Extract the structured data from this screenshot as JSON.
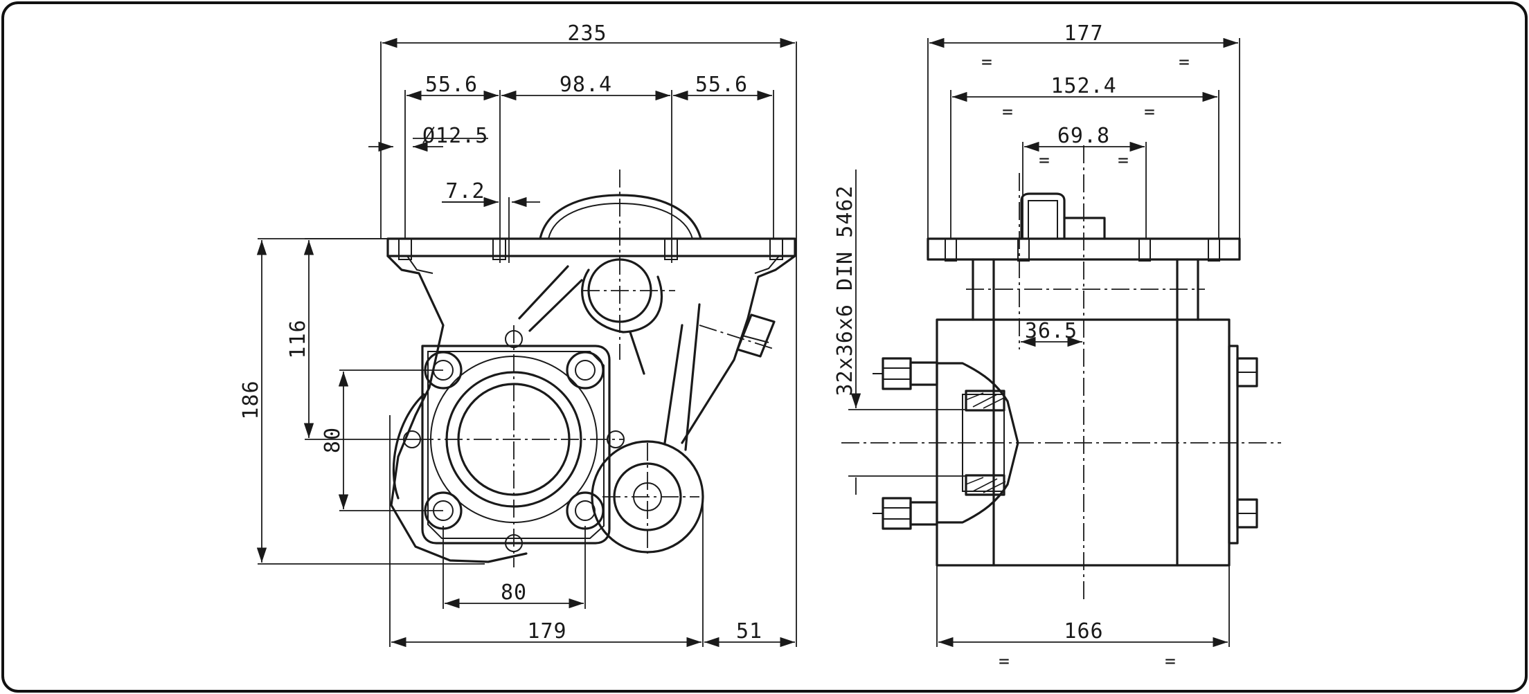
{
  "front_view": {
    "dims": {
      "overall_width": "235",
      "left_offset": "55.6",
      "center_span": "98.4",
      "right_offset": "55.6",
      "hole_diameter": "Ø12.5",
      "offset_small": "7.2",
      "height_total": "186",
      "height_mount": "116",
      "flange_height": "80",
      "flange_width": "80",
      "base_left": "179",
      "base_right": "51"
    }
  },
  "side_view": {
    "dims": {
      "overall_width": "177",
      "bolt_span": "152.4",
      "inner_span": "69.8",
      "shaft_offset": "36.5",
      "body_width": "166",
      "spline_spec": "32x36x6 DIN 5462"
    },
    "equal_mark": "="
  }
}
